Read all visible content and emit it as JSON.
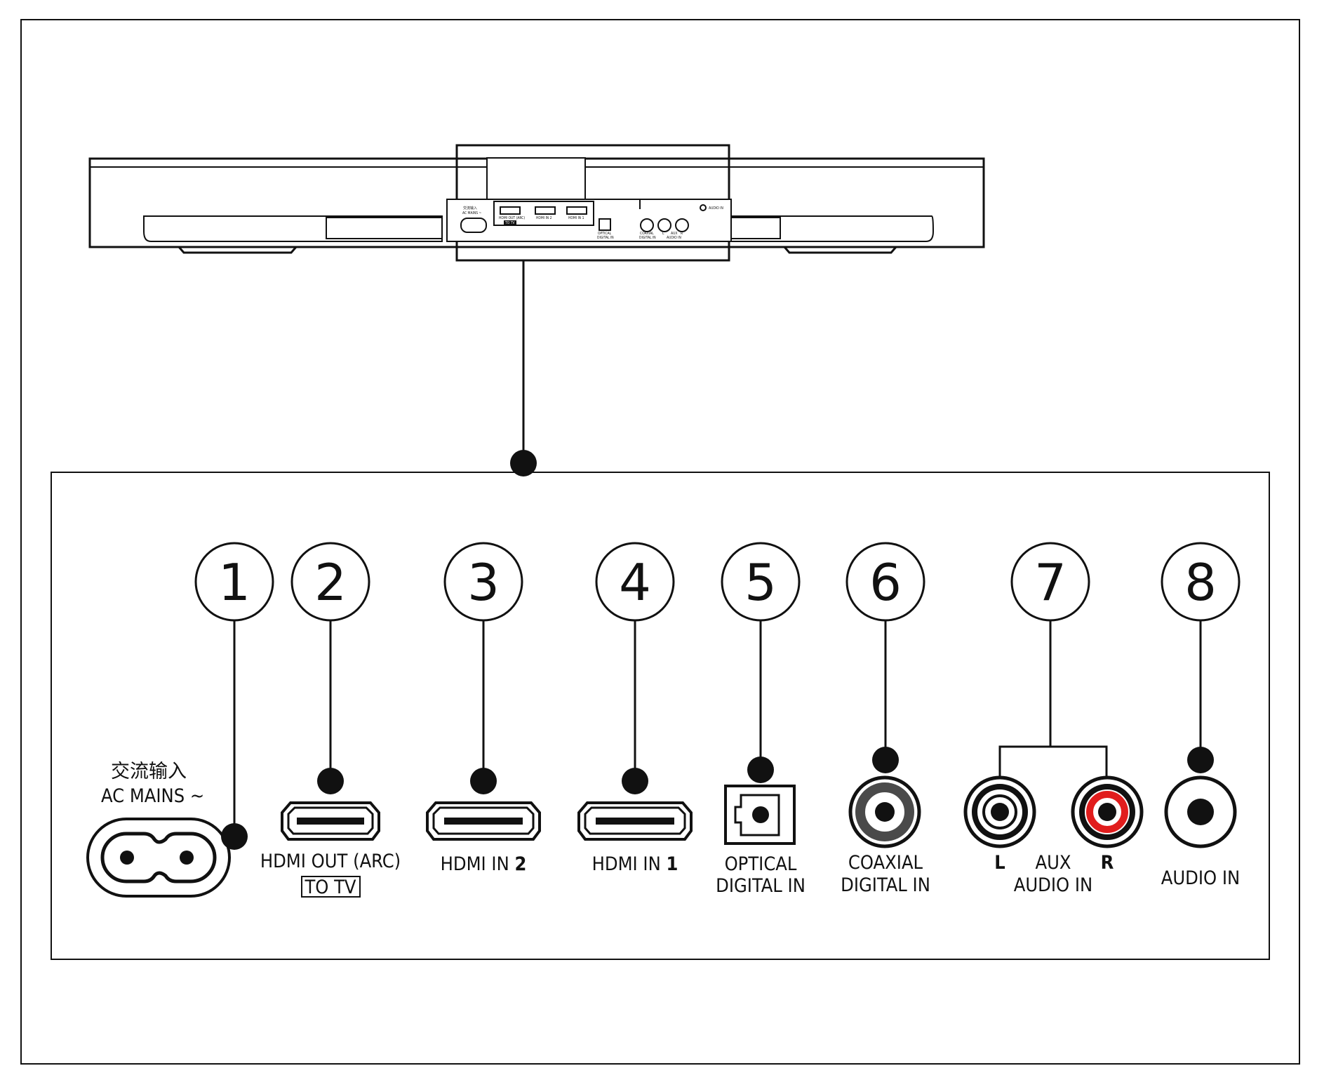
{
  "soundbar": {
    "panel_labels": {
      "ac_mains_cn": "交流输入",
      "ac_mains": "AC MAINS ~",
      "hdmi_out": "HDMI OUT (ARC)",
      "to_tv": "TO TV",
      "hdmi_in_2": "HDMI IN 2",
      "hdmi_in_1": "HDMI IN 1",
      "optical": "OPTICAL",
      "optical_2": "DIGITAL IN",
      "coaxial": "COAXIAL",
      "coaxial_2": "DIGITAL IN",
      "l": "L",
      "aux": "AUX",
      "r": "R",
      "aux_2": "AUDIO IN",
      "audio_in": "AUDIO IN"
    }
  },
  "callouts": [
    "1",
    "2",
    "3",
    "4",
    "5",
    "6",
    "7",
    "8"
  ],
  "connectors": {
    "ac_mains_cn": "交流输入",
    "ac_mains": "AC MAINS ~",
    "hdmi_out": "HDMI OUT (ARC)",
    "to_tv": "TO TV",
    "hdmi_in_2_prefix": "HDMI IN",
    "hdmi_in_2_num": "2",
    "hdmi_in_1_prefix": "HDMI IN",
    "hdmi_in_1_num": "1",
    "optical_line1": "OPTICAL",
    "optical_line2": "DIGITAL IN",
    "coaxial_line1": "COAXIAL",
    "coaxial_line2": "DIGITAL IN",
    "aux_left": "L",
    "aux_right": "R",
    "aux_line1": "AUX",
    "aux_line2": "AUDIO IN",
    "audio_in": "AUDIO IN"
  },
  "colors": {
    "line": "#111111",
    "red_jack": "#e11d1d",
    "coax_ring": "#4a4a4a",
    "background": "#ffffff"
  }
}
